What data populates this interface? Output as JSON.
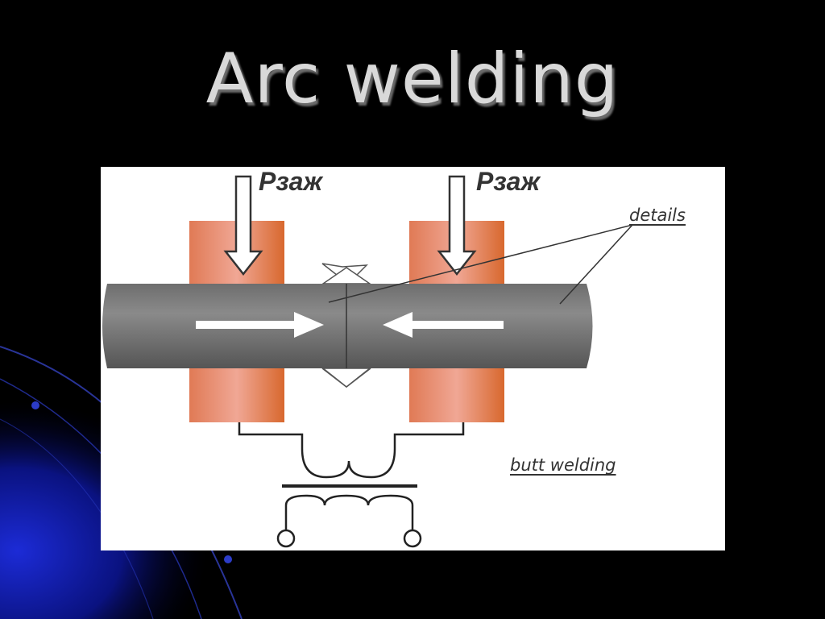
{
  "slide": {
    "title": "Arc welding"
  },
  "diagram": {
    "force_label_left": "Рзаж",
    "force_label_right": "Рзаж",
    "details_label": "details",
    "process_label": "butt welding"
  },
  "colors": {
    "background": "#000000",
    "accent_blue": "#1a2bd0",
    "title": "#d9d9d9",
    "electrode": "#e8896a",
    "workpiece": "#7a7a7a"
  }
}
